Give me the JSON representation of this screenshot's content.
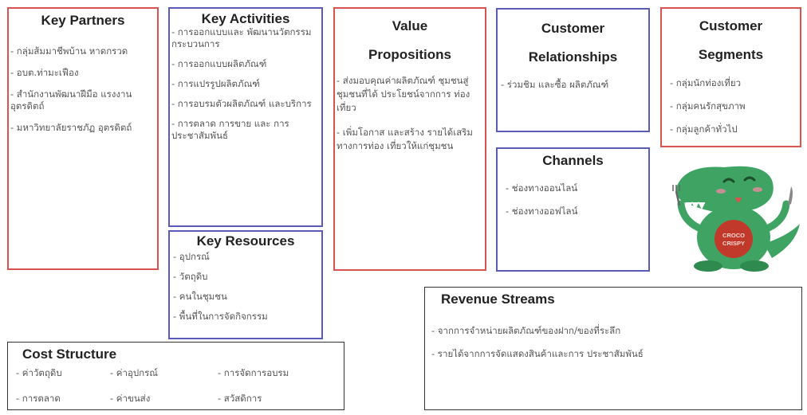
{
  "key_partners": {
    "title": "Key Partners",
    "items": [
      "- กลุ่มส้มมาชีพบ้าน หาดกรวด",
      "- อบต.ท่ามะเฟือง",
      "- สำนักงานพัฒนาฝีมือ แรงงานอุตรดิตถ์",
      "- มหาวิทยาลัยราชภัฏ อุตรดิตถ์"
    ]
  },
  "key_activities": {
    "title": "Key Activities",
    "items": [
      "- การออกแบบและ พัฒนานวัตกรรม กระบวนการ",
      "- การออกแบบผลิตภัณฑ์",
      "- การแปรรูปผลิตภัณฑ์",
      "- การอบรมตัวผลิตภัณฑ์ และบริการ",
      "- การตลาด การขาย และ การประชาสัมพันธ์"
    ]
  },
  "key_resources": {
    "title": "Key Resources",
    "items": [
      "- อุปกรณ์",
      "- วัตถุดิบ",
      "- คนในชุมชน",
      "- พื้นที่ในการจัดกิจกรรม"
    ]
  },
  "value_propositions": {
    "title_line1": "Value",
    "title_line2": "Propositions",
    "items": [
      "- ส่งมอบคุณค่าผลิตภัณฑ์ ชุมชนสู่ชุมชนที่ได้ ประโยชน์จากการ ท่องเที่ยว",
      "- เพิ่มโอกาส และสร้าง รายได้เสริมทางการท่อง เที่ยวให้แก่ชุมชน"
    ]
  },
  "customer_relationships": {
    "title_line1": "Customer",
    "title_line2": "Relationships",
    "items": [
      "- ร่วมชิม และซื้อ ผลิตภัณฑ์"
    ]
  },
  "channels": {
    "title": "Channels",
    "items": [
      "- ช่องทางออนไลน์",
      "- ช่องทางออฟไลน์"
    ]
  },
  "customer_segments": {
    "title_line1": "Customer",
    "title_line2": "Segments",
    "items": [
      "- กลุ่มนักท่องเที่ยว",
      "- กลุ่มคนรักสุขภาพ",
      "- กลุ่มลูกค้าทั่วไป"
    ]
  },
  "revenue_streams": {
    "title": "Revenue Streams",
    "items": [
      "- จากการจำหน่ายผลิตภัณฑ์ของฝาก/ของที่ระลึก",
      "- รายได้จากการจัดแสดงสินค้าและการ ประชาสัมพันธ์"
    ]
  },
  "cost_structure": {
    "title": "Cost Structure",
    "items": [
      "- ค่าวัตถุดิบ",
      "- ค่าอุปกรณ์",
      "- การจัดการอบรม",
      "- การตลาด",
      "- ค่าขนส่ง",
      "- สวัสดิการ"
    ]
  },
  "mascot": {
    "badge_line1": "CROCO",
    "badge_line2": "CRISPY",
    "colors": {
      "body": "#3fa463",
      "belly": "#c0392b"
    }
  }
}
